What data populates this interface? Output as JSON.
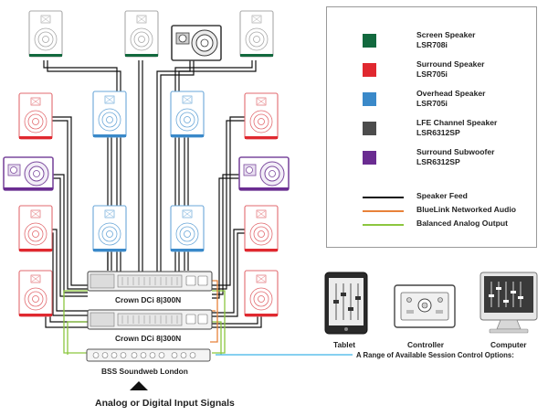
{
  "legend": {
    "speakers": [
      {
        "name": "Screen Speaker",
        "model": "LSR708i",
        "color": "#12693e"
      },
      {
        "name": "Surround Speaker",
        "model": "LSR705i",
        "color": "#e0282f"
      },
      {
        "name": "Overhead Speaker",
        "model": "LSR705i",
        "color": "#3a89c9"
      },
      {
        "name": "LFE Channel Speaker",
        "model": "LSR6312SP",
        "color": "#4c4c4c"
      },
      {
        "name": "Surround Subwoofer",
        "model": "LSR6312SP",
        "color": "#6a2c91"
      }
    ],
    "lines": [
      {
        "label": "Speaker Feed",
        "color": "#111111"
      },
      {
        "label": "BlueLink Networked Audio",
        "color": "#e8823a"
      },
      {
        "label": "Balanced Analog Output",
        "color": "#8cc63f"
      }
    ]
  },
  "amps": [
    {
      "label": "Crown DCi 8|300N"
    },
    {
      "label": "Crown DCi 8|300N"
    }
  ],
  "processor": {
    "label": "BSS Soundweb London"
  },
  "input": {
    "label": "Analog or Digital Input Signals"
  },
  "session": {
    "label": "A Range of Available Session Control Options:"
  },
  "devices": [
    {
      "label": "Tablet",
      "icon": "tablet-icon"
    },
    {
      "label": "Controller",
      "icon": "controller-icon"
    },
    {
      "label": "Computer",
      "icon": "computer-icon"
    }
  ],
  "colors": {
    "control_line": "#3fb5e8"
  }
}
